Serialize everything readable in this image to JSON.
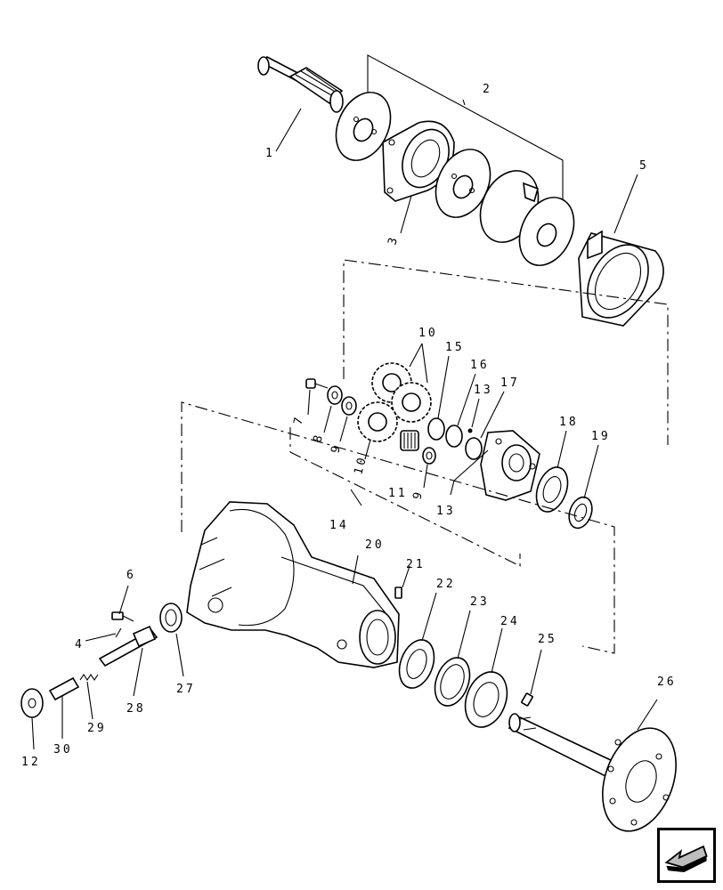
{
  "diagram": {
    "callouts": [
      {
        "id": "c1",
        "label": "1"
      },
      {
        "id": "c2",
        "label": "2"
      },
      {
        "id": "c3",
        "label": "3"
      },
      {
        "id": "c4",
        "label": "4"
      },
      {
        "id": "c5",
        "label": "5"
      },
      {
        "id": "c6",
        "label": "6"
      },
      {
        "id": "c7",
        "label": "7"
      },
      {
        "id": "c8",
        "label": "8"
      },
      {
        "id": "c9a",
        "label": "9"
      },
      {
        "id": "c9b",
        "label": "9"
      },
      {
        "id": "c10a",
        "label": "10"
      },
      {
        "id": "c10b",
        "label": "10"
      },
      {
        "id": "c11",
        "label": "11"
      },
      {
        "id": "c12",
        "label": "12"
      },
      {
        "id": "c13a",
        "label": "13"
      },
      {
        "id": "c13b",
        "label": "13"
      },
      {
        "id": "c14",
        "label": "14"
      },
      {
        "id": "c15",
        "label": "15"
      },
      {
        "id": "c16",
        "label": "16"
      },
      {
        "id": "c17",
        "label": "17"
      },
      {
        "id": "c18",
        "label": "18"
      },
      {
        "id": "c19",
        "label": "19"
      },
      {
        "id": "c20",
        "label": "20"
      },
      {
        "id": "c21",
        "label": "21"
      },
      {
        "id": "c22",
        "label": "22"
      },
      {
        "id": "c23",
        "label": "23"
      },
      {
        "id": "c24",
        "label": "24"
      },
      {
        "id": "c25",
        "label": "25"
      },
      {
        "id": "c26",
        "label": "26"
      },
      {
        "id": "c27",
        "label": "27"
      },
      {
        "id": "c28",
        "label": "28"
      },
      {
        "id": "c29",
        "label": "29"
      },
      {
        "id": "c30",
        "label": "30"
      }
    ]
  },
  "nav": {
    "icon": "arrow-back-icon"
  }
}
